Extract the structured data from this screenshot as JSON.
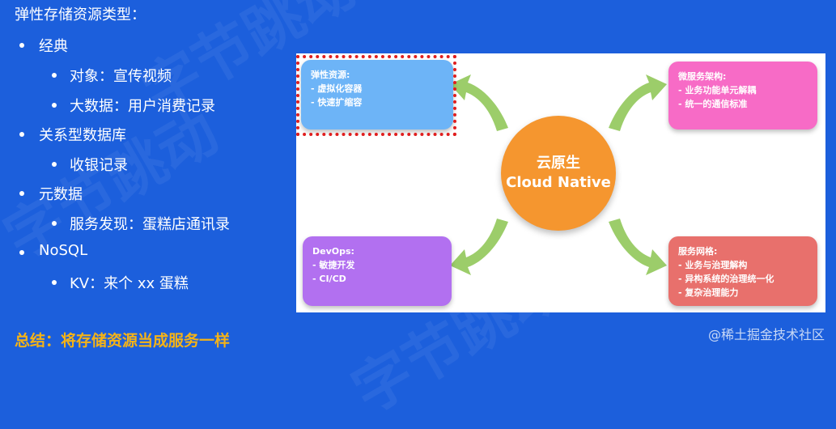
{
  "left": {
    "title": "弹性存储资源类型：",
    "items": [
      {
        "level": 1,
        "text": "经典"
      },
      {
        "level": 2,
        "text": "对象：宣传视频"
      },
      {
        "level": 2,
        "text": "大数据：用户消费记录"
      },
      {
        "level": 1,
        "text": "关系型数据库"
      },
      {
        "level": 2,
        "text": "收银记录"
      },
      {
        "level": 1,
        "text": "元数据"
      },
      {
        "level": 2,
        "text": "服务发现：蛋糕店通讯录"
      },
      {
        "level": 1,
        "text": "NoSQL"
      },
      {
        "level": 2,
        "text": "KV：来个 xx 蛋糕"
      }
    ],
    "summary": "总结：将存储资源当成服务一样"
  },
  "diagram": {
    "center": {
      "line1": "云原生",
      "line2": "Cloud Native"
    },
    "elastic": {
      "title": "弹性资源:",
      "items": [
        "- 虚拟化容器",
        "- 快速扩缩容"
      ]
    },
    "micro": {
      "title": "微服务架构:",
      "items": [
        "- 业务功能单元解耦",
        "- 统一的通信标准"
      ]
    },
    "devops": {
      "title": "DevOps:",
      "items": [
        "- 敏捷开发",
        "- CI/CD"
      ]
    },
    "mesh": {
      "title": "服务网格:",
      "items": [
        "- 业务与治理解构",
        "- 异构系统的治理统一化",
        "- 复杂治理能力"
      ]
    }
  },
  "credit": "@稀土掘金技术社区",
  "colors": {
    "background": "#1c5fdc",
    "summary": "#f5b317",
    "center": "#f5962f",
    "elastic": "#6db4f7",
    "micro": "#f76bc6",
    "devops": "#b270f0",
    "mesh": "#e8706c",
    "arrow": "#9ccd6a",
    "highlight": "#e01e1e"
  }
}
